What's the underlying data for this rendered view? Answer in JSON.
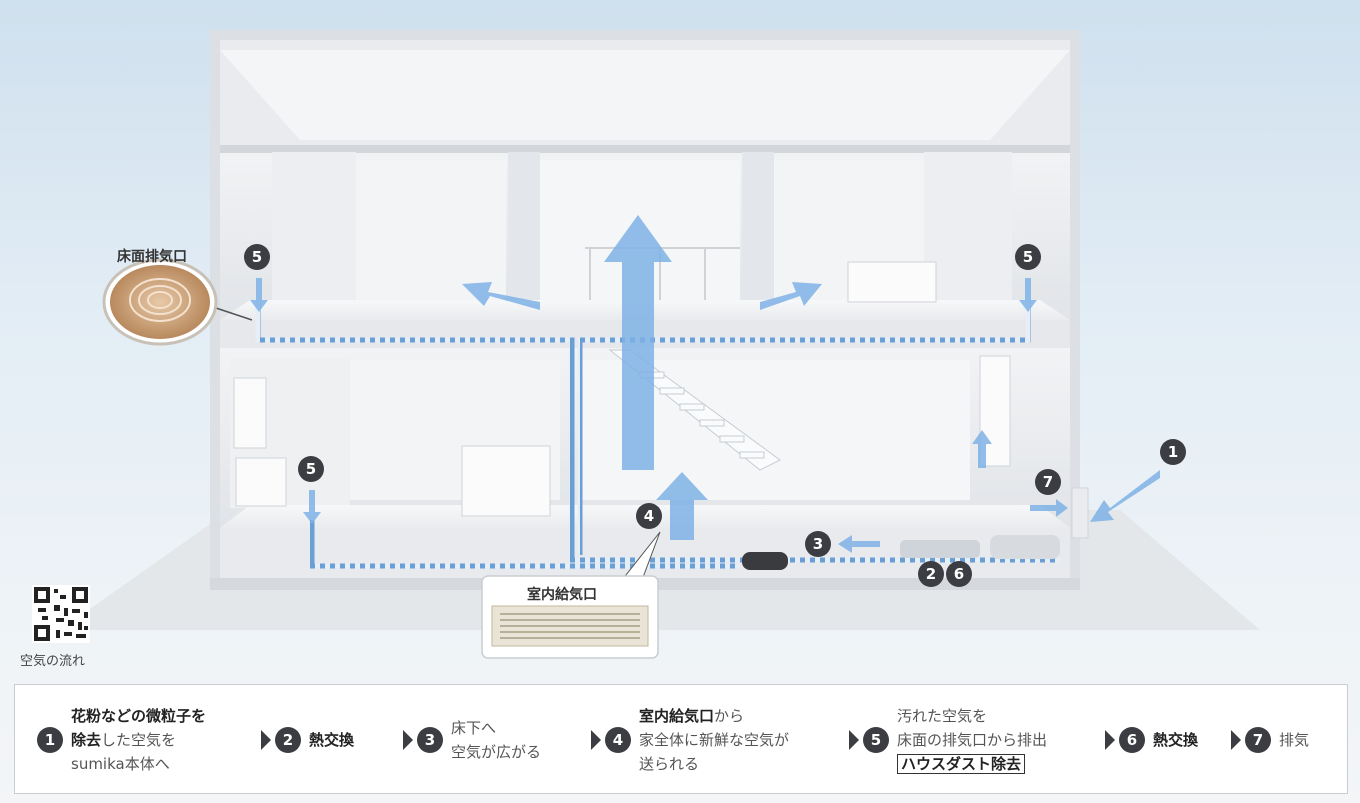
{
  "callouts": {
    "floor_exhaust": "床面排気口",
    "indoor_supply": "室内給気口",
    "air_flow": "空気の流れ"
  },
  "markers": {
    "m1": "1",
    "m2": "2",
    "m3": "3",
    "m4": "4",
    "m5a": "5",
    "m5b": "5",
    "m5c": "5",
    "m6": "6",
    "m7": "7"
  },
  "legend": {
    "s1": {
      "num": "1",
      "l1": "花粉などの微粒子を",
      "l2a": "除去",
      "l2b": "した空気を",
      "l3": "sumika本体へ"
    },
    "s2": {
      "num": "2",
      "text": "熱交換"
    },
    "s3": {
      "num": "3",
      "l1": "床下へ",
      "l2": "空気が広がる"
    },
    "s4": {
      "num": "4",
      "l1a": "室内給気口",
      "l1b": "から",
      "l2": "家全体に新鮮な空気が",
      "l3": "送られる"
    },
    "s5": {
      "num": "5",
      "l1": "汚れた空気を",
      "l2": "床面の排気口から排出",
      "l3": "ハウスダスト除去"
    },
    "s6": {
      "num": "6",
      "text": "熱交換"
    },
    "s7": {
      "num": "7",
      "text": "排気"
    }
  },
  "colors": {
    "arrow": "#7fb2e6",
    "duct": "#6a9fd6",
    "marker": "#3b3d42"
  }
}
